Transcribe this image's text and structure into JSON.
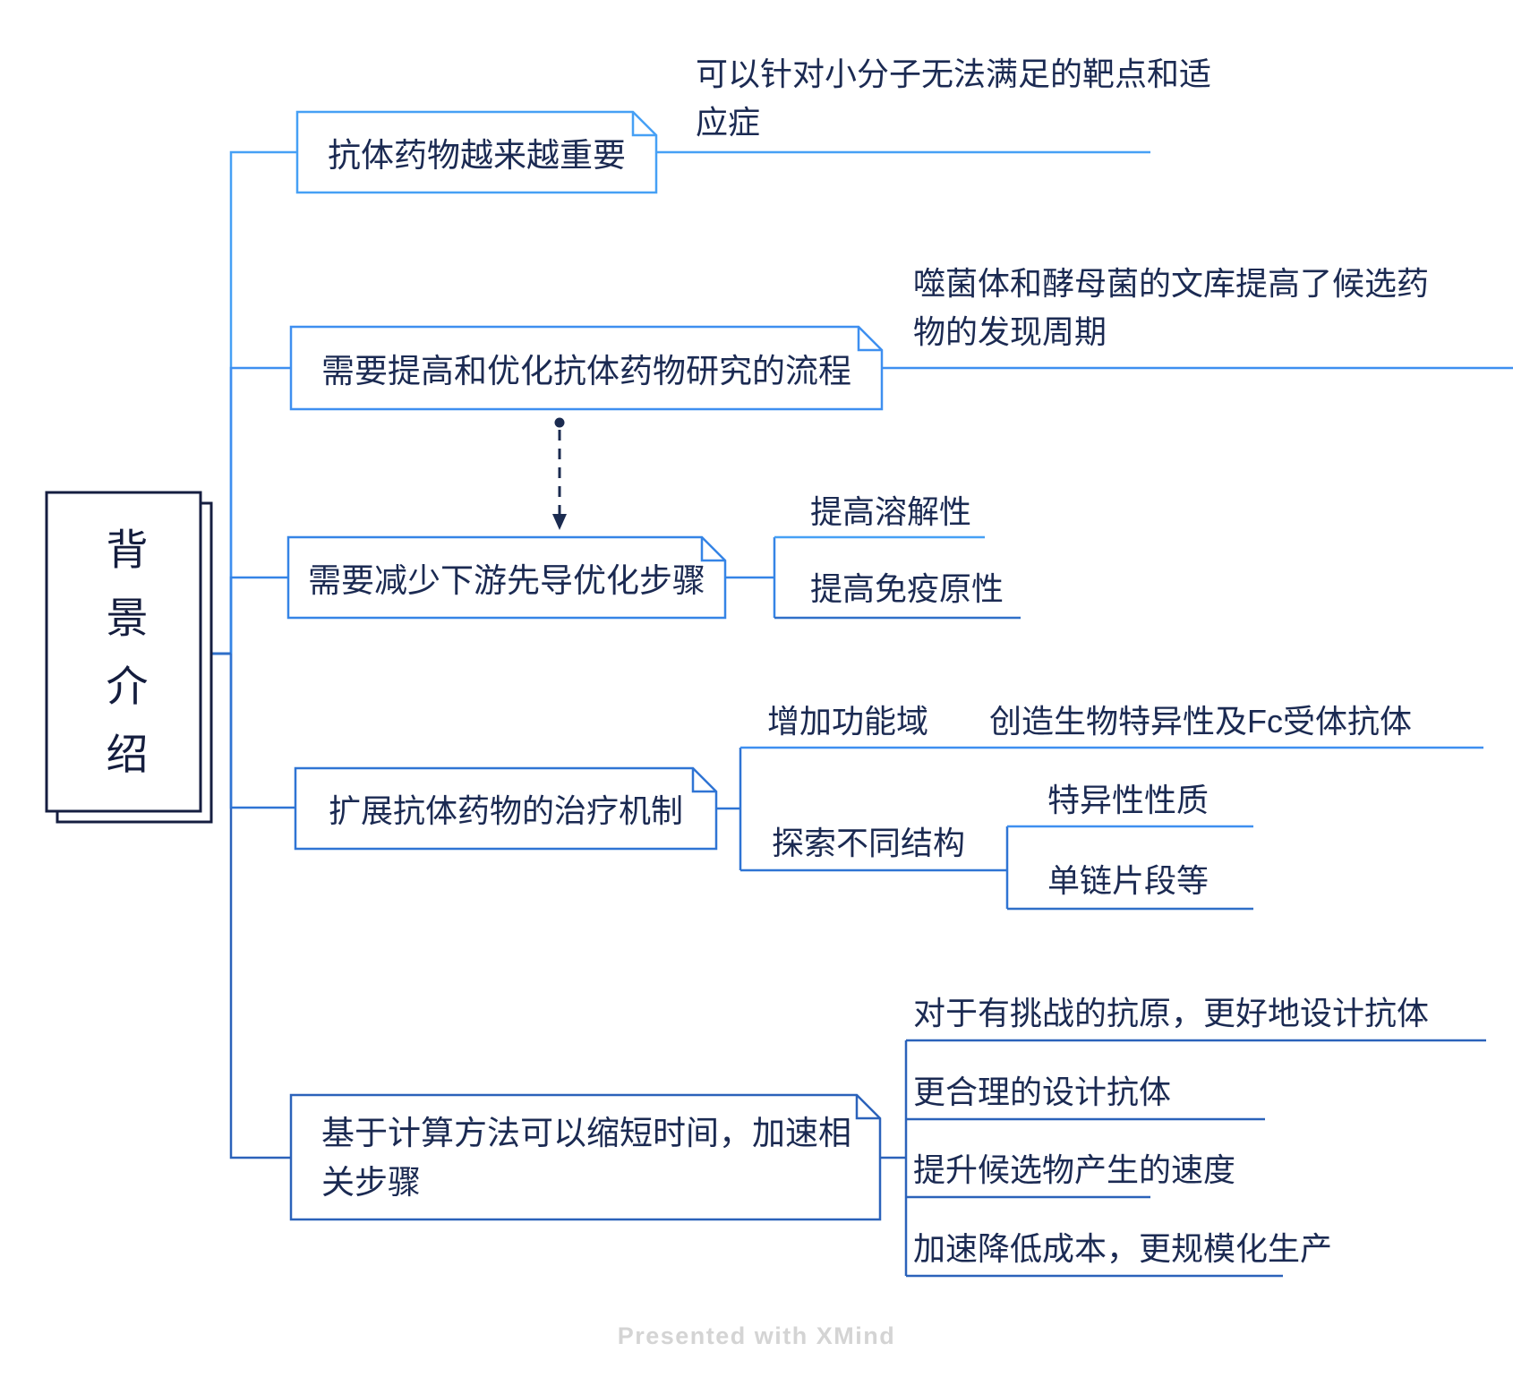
{
  "palette": {
    "topic_text": "#1b2a52",
    "root_border": "#151e40",
    "connector_light_blue": "#46a0f5",
    "connector_blue": "#3584e6",
    "connector_dark_blue": "#2b62ba",
    "relationship_arrow": "#1b2b50",
    "watermark_gray": "#d4d4d4"
  },
  "root": {
    "label": "背景介绍"
  },
  "branches": [
    {
      "label": "抗体药物越来越重要",
      "children": [
        {
          "label": "可以针对小分子无法满足的靶点和适应症"
        }
      ]
    },
    {
      "label": "需要提高和优化抗体药物研究的流程",
      "children": [
        {
          "label": "噬菌体和酵母菌的文库提高了候选药物的发现周期"
        }
      ]
    },
    {
      "label": "需要减少下游先导优化步骤",
      "children": [
        {
          "label": "提高溶解性"
        },
        {
          "label": "提高免疫原性"
        }
      ]
    },
    {
      "label": "扩展抗体药物的治疗机制",
      "children": [
        {
          "label": "增加功能域",
          "children": [
            {
              "label": "创造生物特异性及Fc受体抗体"
            }
          ]
        },
        {
          "label": "探索不同结构",
          "children": [
            {
              "label": "特异性性质"
            },
            {
              "label": "单链片段等"
            }
          ]
        }
      ]
    },
    {
      "label": "基于计算方法可以缩短时间，加速相关步骤",
      "children": [
        {
          "label": "对于有挑战的抗原，更好地设计抗体"
        },
        {
          "label": "更合理的设计抗体"
        },
        {
          "label": "提升候选物产生的速度"
        },
        {
          "label": "加速降低成本，更规模化生产"
        }
      ]
    }
  ],
  "relationship": {
    "type": "dashed-arrow",
    "between": [
      "需要提高和优化抗体药物研究的流程",
      "需要减少下游先导优化步骤"
    ]
  },
  "footer": {
    "watermark": "Presented with XMind"
  }
}
